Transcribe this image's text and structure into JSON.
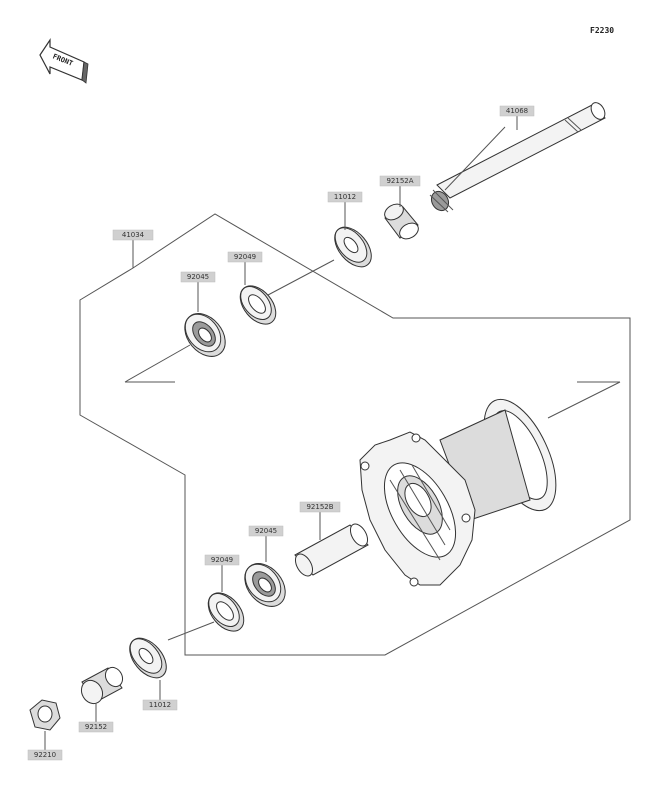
{
  "figure_code": "F2230",
  "front_label": "FRONT",
  "parts": {
    "axle": "41068",
    "collar_a": "92152A",
    "seal_top": "11012",
    "wheel_assy": "41034",
    "seal_ring_top": "92049",
    "bearing_top": "92045",
    "collar_b": "92152B",
    "bearing_bottom": "92045",
    "seal_ring_bottom": "92049",
    "seal_bottom": "11012",
    "collar_bottom": "92152",
    "nut": "92210"
  },
  "colors": {
    "line": "#555555",
    "label_box": "#d0d0d0",
    "part_fill": "#dcdcdc"
  }
}
